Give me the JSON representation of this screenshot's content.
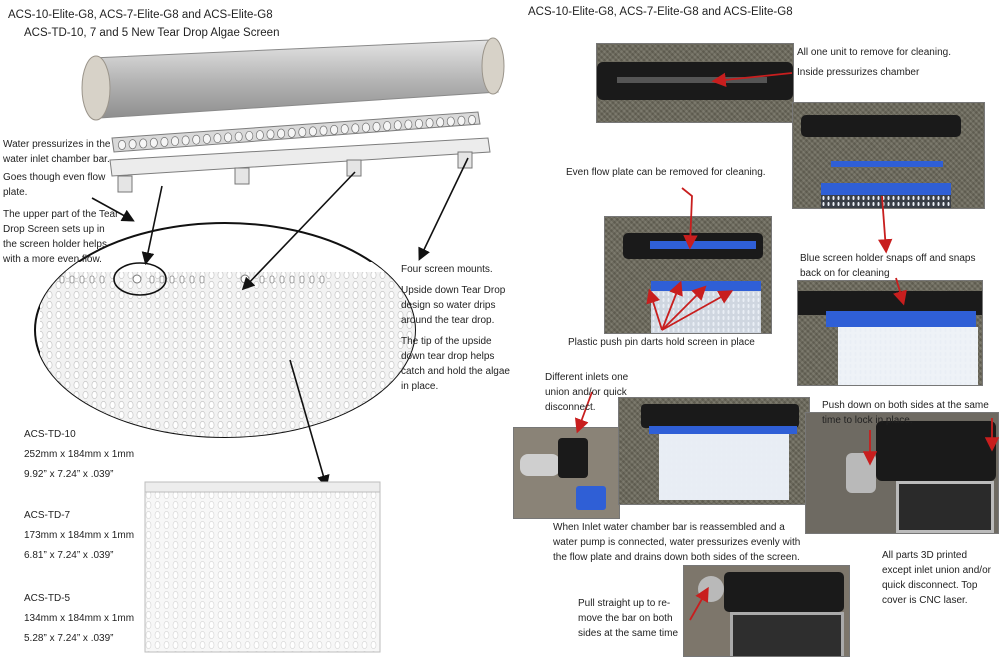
{
  "left": {
    "title_line1": "ACS-10-Elite-G8, ACS-7-Elite-G8 and ACS-Elite-G8",
    "title_line2": "ACS-TD-10, 7 and 5 New Tear Drop Algae Screen",
    "note_water": "Water pressurizes in the water inlet chamber bar.",
    "note_flow": "Goes though even flow plate.",
    "note_upper": "The upper part of the Tear Drop Screen sets up in  the  screen holder helps with a more even flow.",
    "note_mounts": "Four screen mounts.",
    "note_upside": "Upside down Tear Drop design so water drips around the tear drop.",
    "note_tip": "The tip of the upside down tear drop helps catch and hold the algae in place.",
    "specs": [
      {
        "model": "ACS-TD-10",
        "metric": "252mm x 184mm x 1mm",
        "imperial": "9.92” x 7.24” x .039”"
      },
      {
        "model": "ACS-TD-7",
        "metric": "173mm x 184mm x 1mm",
        "imperial": "6.81” x 7.24” x .039”"
      },
      {
        "model": "ACS-TD-5",
        "metric": "134mm x 184mm x 1mm",
        "imperial": "5.28” x 7.24” x .039”"
      }
    ]
  },
  "right": {
    "title": "ACS-10-Elite-G8, ACS-7-Elite-G8 and ACS-Elite-G8",
    "note_one_unit": "All one unit to remove for cleaning.",
    "note_inside": "Inside pressurizes chamber",
    "note_flow_plate": "Even flow plate can be removed for cleaning.",
    "note_blue_holder": "Blue screen holder snaps off and snaps back on for cleaning",
    "note_push_pin": "Plastic push pin darts hold screen in place",
    "note_inlets": "Different inlets one union and/or quick disconnect.",
    "note_push_down": "Push down  on both sides at the same time to lock in place.",
    "note_reassembled": "When Inlet water chamber bar is reassembled and a water pump is connected, water pressurizes evenly  with the flow plate and drains down both sides of the screen.",
    "note_3d": "All parts 3D printed except inlet union and/or quick disconnect. Top cover is CNC laser.",
    "note_pull": "Pull straight up to re-move the bar on both sides at the same time"
  },
  "colors": {
    "arrow_red": "#c81e1e",
    "holder_blue": "#2f5fd6",
    "text": "#222222"
  }
}
